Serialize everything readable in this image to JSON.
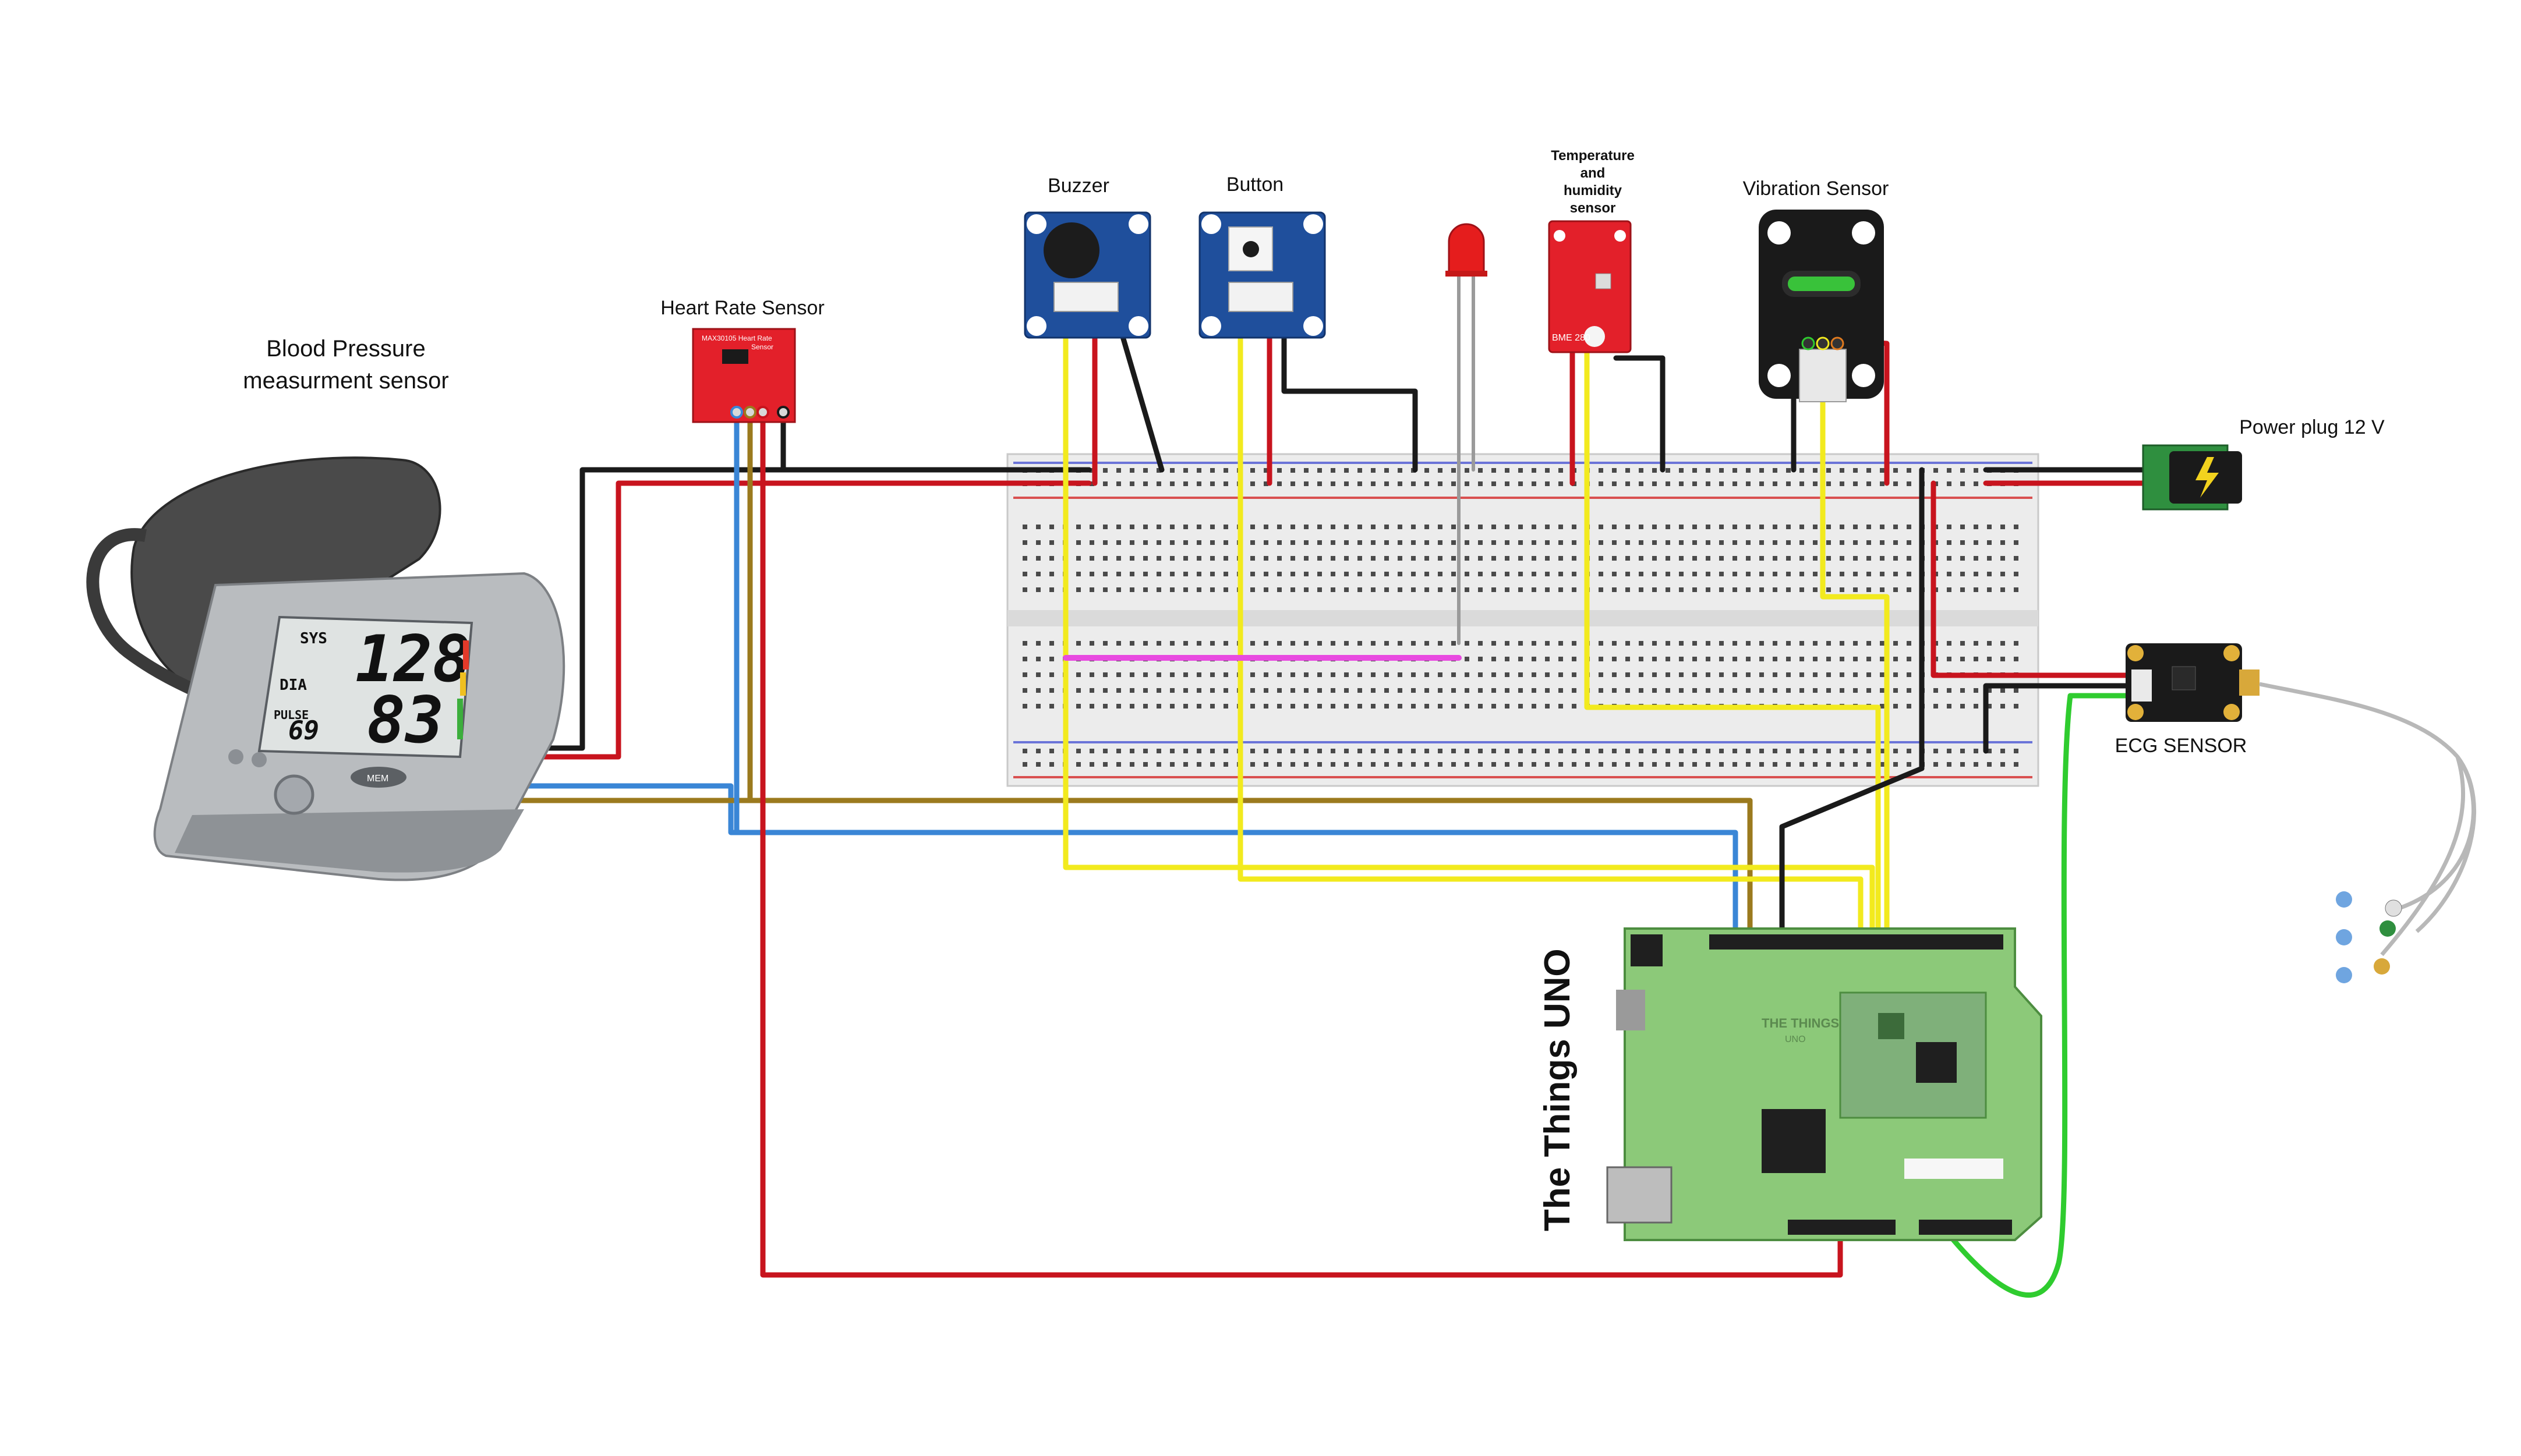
{
  "labels": {
    "blood_pressure": [
      "Blood Pressure",
      "measurment sensor"
    ],
    "heart_rate": "Heart Rate Sensor",
    "buzzer": "Buzzer",
    "button": "Button",
    "temp_humidity": [
      "Temperature",
      "and",
      "humidity",
      "sensor"
    ],
    "vibration": "Vibration Sensor",
    "power_plug": "Power plug 12 V",
    "ecg": "ECG SENSOR",
    "board": "The Things UNO"
  },
  "monitor_display": {
    "sys_label": "SYS",
    "dia_label": "DIA",
    "pulse_label": "PULSE",
    "sys_value": "128",
    "dia_value": "83",
    "pulse_value": "69",
    "mem_label": "MEM"
  },
  "board_logo": [
    "THE THINGS",
    "UNO"
  ],
  "heart_rate_board_text": [
    "MAX30105 Heart Rate",
    "Sensor"
  ],
  "bme_board_text": "BME 280",
  "colors": {
    "wire_black": "#1a1a1a",
    "wire_red": "#c8141e",
    "wire_yellow": "#f2ea1e",
    "wire_blue": "#3a86d6",
    "wire_brown": "#9b7a1e",
    "wire_green": "#2fcc2f",
    "wire_magenta": "#e84ae0",
    "grove_blue": "#1f4f9c",
    "sparkfun_red": "#e3202a",
    "pcb_green": "#8cc979",
    "breadboard": "#ececec"
  }
}
